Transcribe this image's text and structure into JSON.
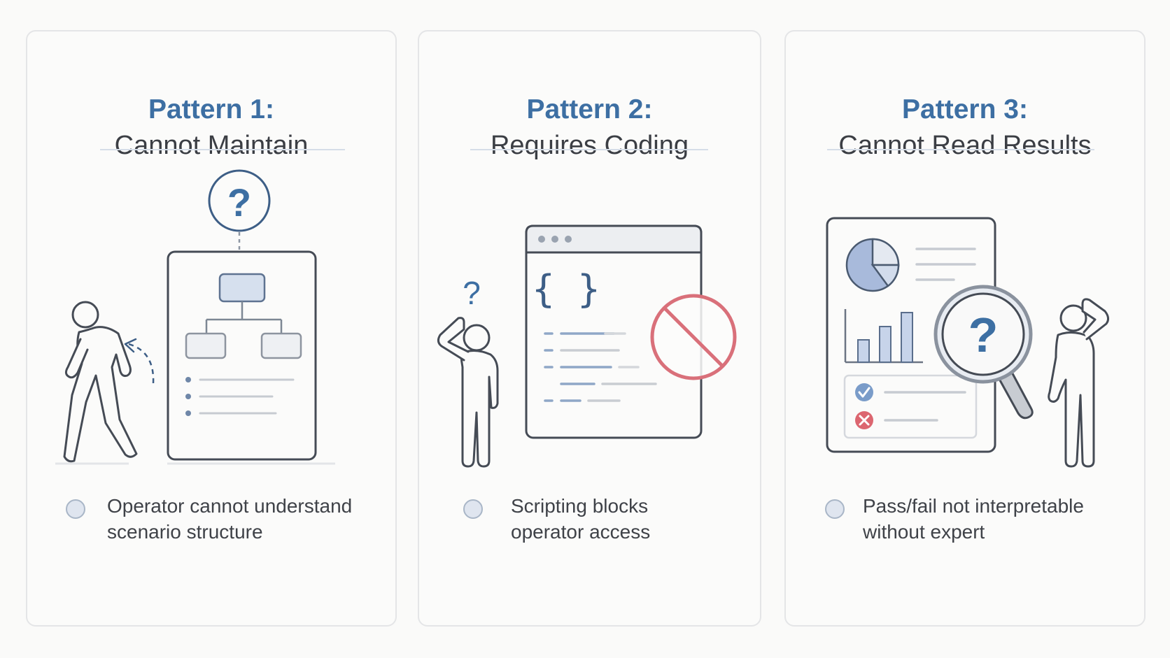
{
  "cards": [
    {
      "label": "Pattern 1:",
      "title": "Cannot Maintain",
      "bullet": "Operator cannot understand\nscenario structure",
      "icons": [
        "walking-person-icon",
        "question-circle-icon",
        "flowchart-document-icon"
      ]
    },
    {
      "label": "Pattern 2:",
      "title": "Requires Coding",
      "bullet": "Scripting blocks\noperator access",
      "icons": [
        "confused-person-icon",
        "code-window-icon",
        "prohibited-icon"
      ]
    },
    {
      "label": "Pattern 3:",
      "title": "Cannot Read Results",
      "bullet": "Pass/fail not interpretable\nwithout expert",
      "icons": [
        "report-document-icon",
        "magnifier-question-icon",
        "confused-person-icon"
      ]
    }
  ],
  "illustration_text": {
    "question_mark": "?",
    "code_braces": "{ }"
  },
  "colors": {
    "accent": "#3d6fa3",
    "outline": "#454b55",
    "fill_blue": "#d6e0ee",
    "prohibit_red": "#d9707a",
    "check_blue": "#7a9cc9",
    "cross_red": "#dc6670"
  }
}
